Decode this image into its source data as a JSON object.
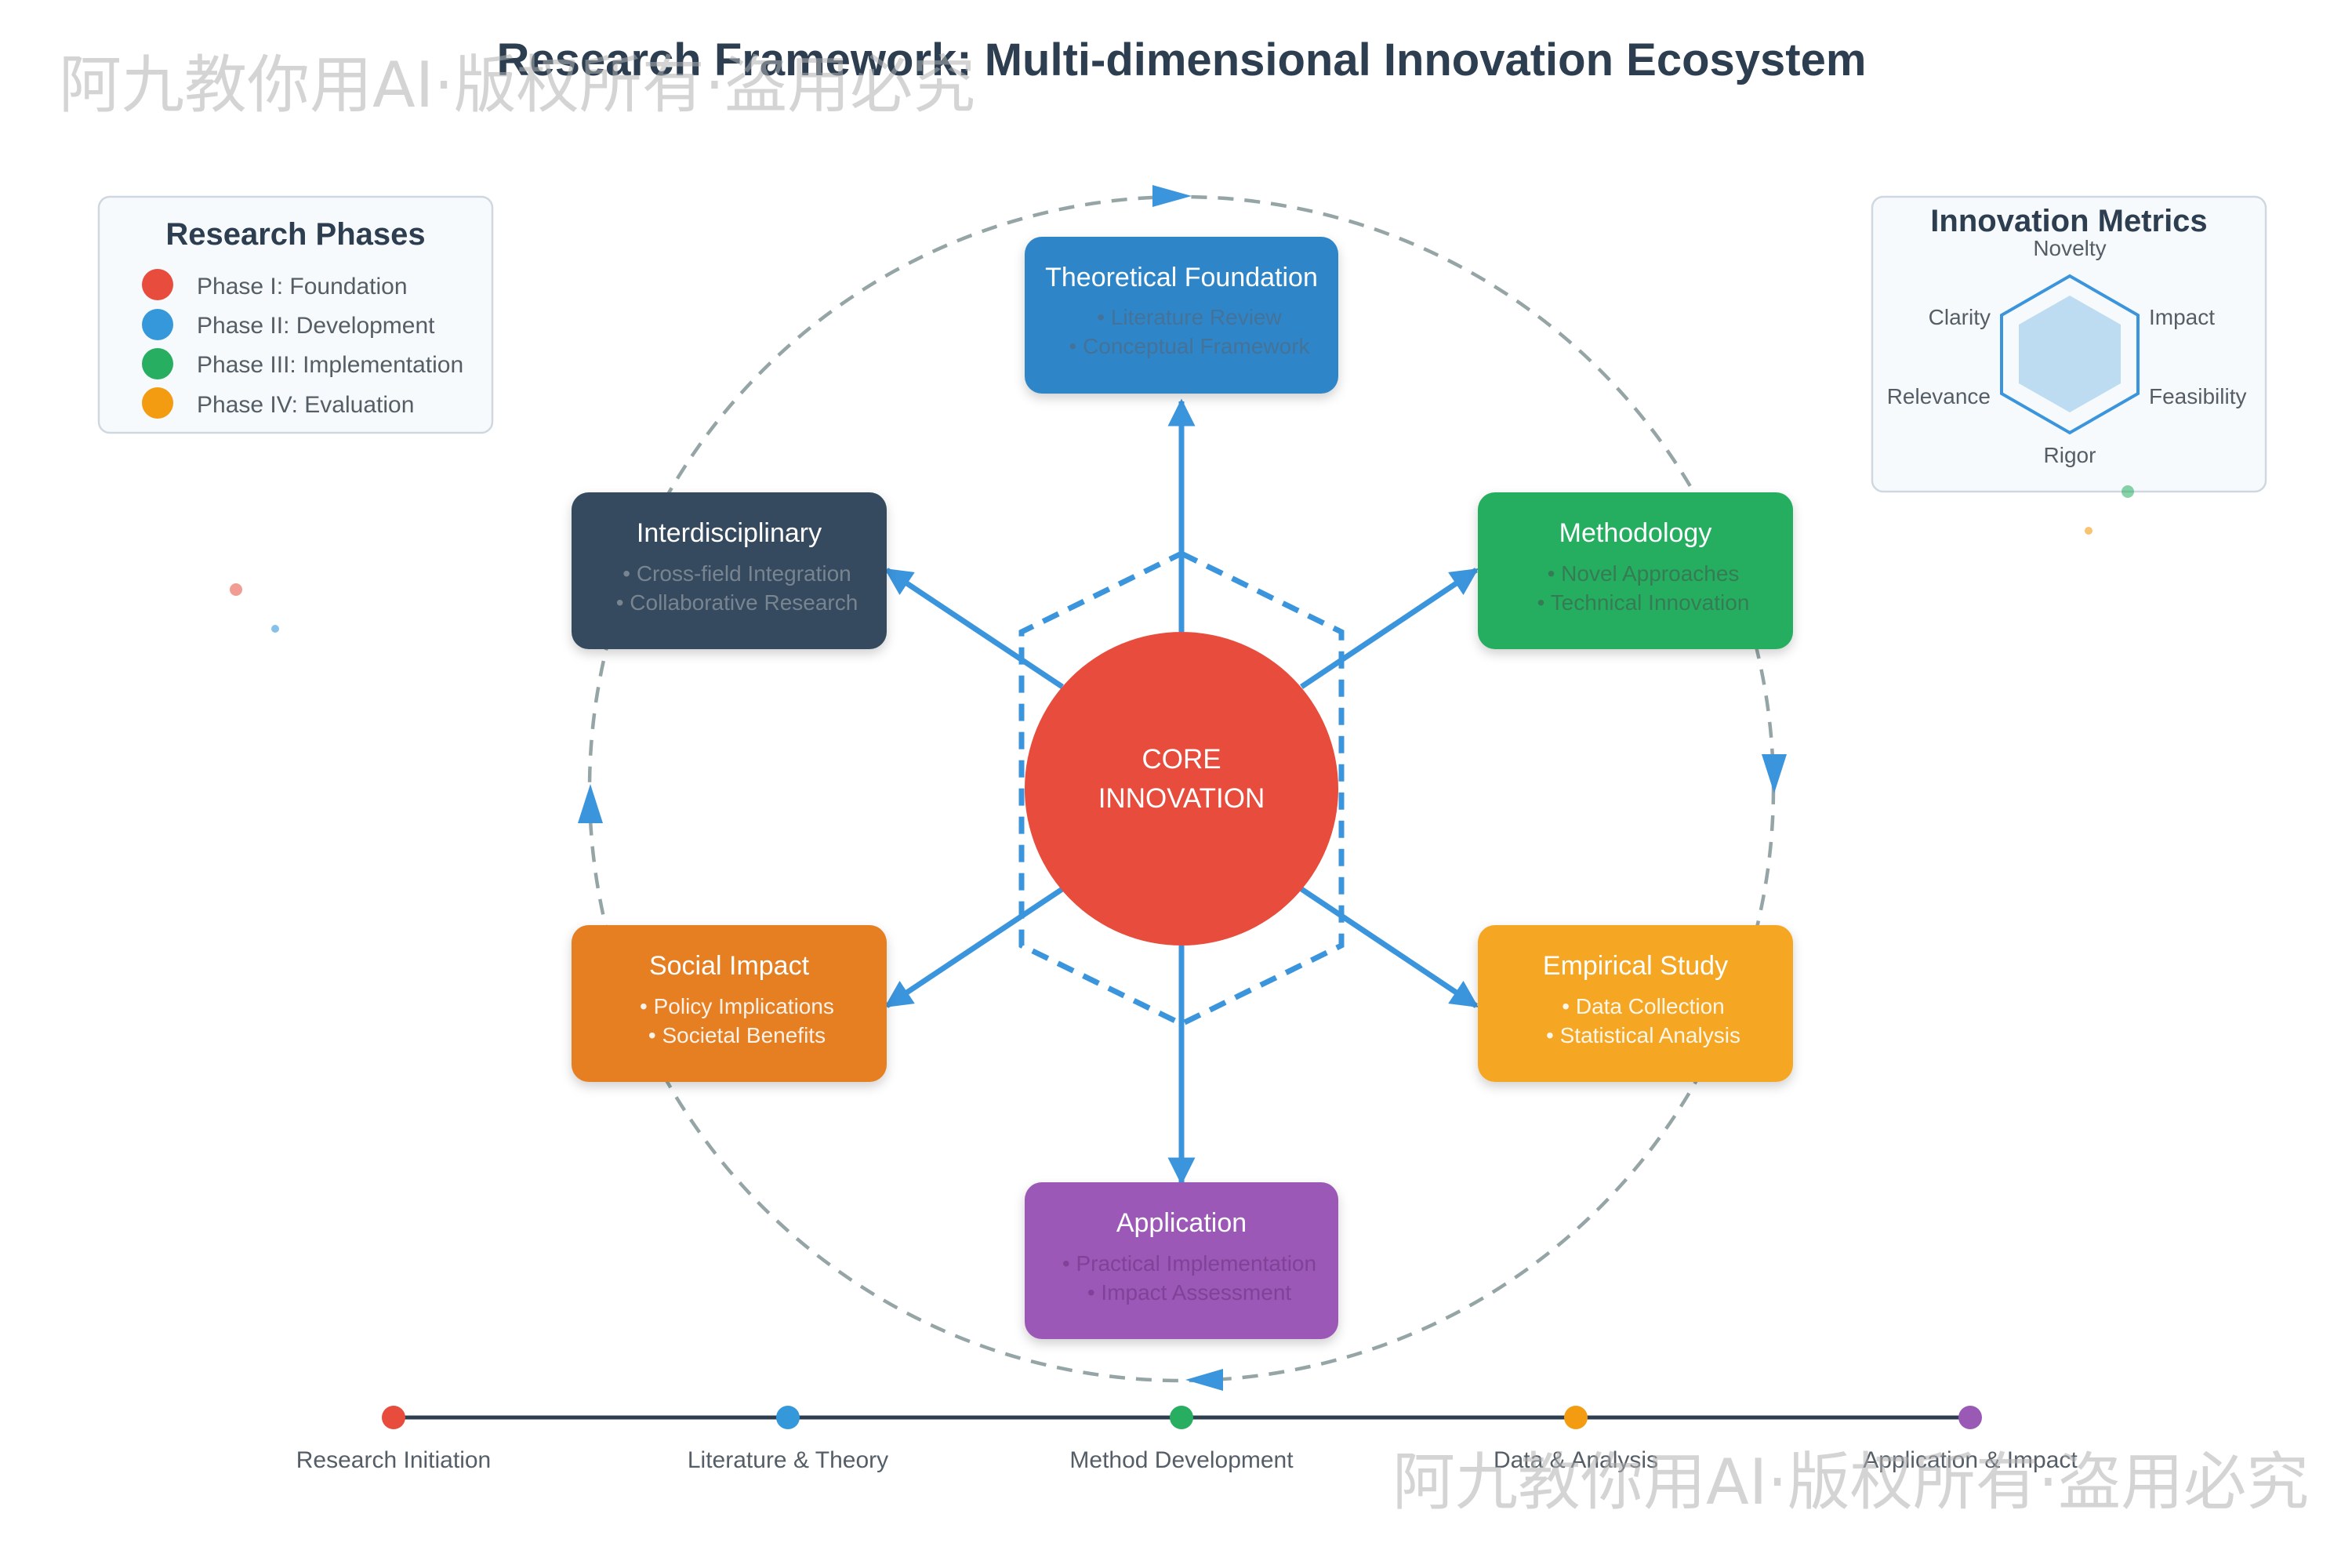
{
  "title": "Research Framework: Multi-dimensional Innovation Ecosystem",
  "watermark": "阿九教你用AI·版权所有·盗用必究",
  "core": {
    "line1": "CORE",
    "line2": "INNOVATION",
    "color": "#e74c3c"
  },
  "phases_legend": {
    "title": "Research Phases",
    "items": [
      {
        "label": "Phase I: Foundation",
        "color": "#e74c3c"
      },
      {
        "label": "Phase II: Development",
        "color": "#3498db"
      },
      {
        "label": "Phase III: Implementation",
        "color": "#27ae60"
      },
      {
        "label": "Phase IV: Evaluation",
        "color": "#f39c12"
      }
    ]
  },
  "metrics": {
    "title": "Innovation Metrics",
    "labels": {
      "novelty": "Novelty",
      "impact": "Impact",
      "feasibility": "Feasibility",
      "rigor": "Rigor",
      "relevance": "Relevance",
      "clarity": "Clarity"
    }
  },
  "nodes": {
    "theoretical": {
      "title": "Theoretical Foundation",
      "bullets": [
        "• Literature Review",
        "• Conceptual Framework"
      ],
      "color": "#2e86c8"
    },
    "methodology": {
      "title": "Methodology",
      "bullets": [
        "• Novel Approaches",
        "• Technical Innovation"
      ],
      "color": "#27ae60"
    },
    "empirical": {
      "title": "Empirical Study",
      "bullets": [
        "• Data Collection",
        "• Statistical Analysis"
      ],
      "color": "#f5a623"
    },
    "application": {
      "title": "Application",
      "bullets": [
        "• Practical Implementation",
        "• Impact Assessment"
      ],
      "color": "#9b59b6"
    },
    "social": {
      "title": "Social Impact",
      "bullets": [
        "• Policy Implications",
        "• Societal Benefits"
      ],
      "color": "#e67e22"
    },
    "interdisciplinary": {
      "title": "Interdisciplinary",
      "bullets": [
        "• Cross-field Integration",
        "• Collaborative Research"
      ],
      "color": "#34495e"
    }
  },
  "timeline": [
    {
      "label": "Research Initiation",
      "color": "#e74c3c"
    },
    {
      "label": "Literature & Theory",
      "color": "#3498db"
    },
    {
      "label": "Method Development",
      "color": "#27ae60"
    },
    {
      "label": "Data & Analysis",
      "color": "#f39c12"
    },
    {
      "label": "Application & Impact",
      "color": "#9b59b6"
    }
  ]
}
